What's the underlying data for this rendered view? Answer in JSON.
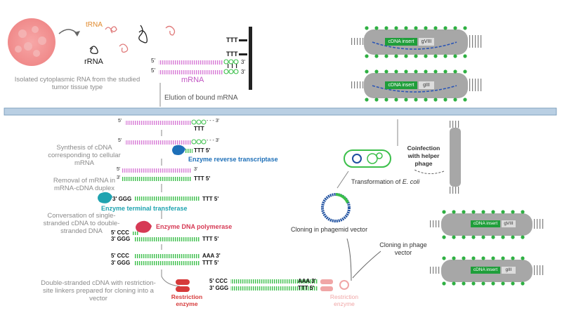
{
  "top": {
    "trna": "tRNA",
    "rrna": "rRNA",
    "isolated_caption": "Isolated cytoplasmic RNA from the studied tumor tissue type",
    "mrna": "mRNA",
    "ttt": "TTT",
    "five_prime": "5'",
    "three_prime": "3'",
    "elution": "Elution of bound mRNA"
  },
  "phage_top": [
    {
      "insert": "cDNA insert",
      "gene": "gVIII"
    },
    {
      "insert": "cDNA insert",
      "gene": "gIII"
    }
  ],
  "steps": {
    "synthesis": "Synthesis of cDNA corresponding to cellular mRNA",
    "removal": "Removal of mRNA in mRNA-cDNA duplex",
    "conversion": "Conversation of single-stranded cDNA to double-stranded DNA",
    "linkers": "Double-stranded cDNA with restriction-site linkers prepared for cloning into a vector"
  },
  "enzymes": {
    "reverse_transcriptase": "Enzyme reverse transcriptase",
    "terminal_transferase": "Enzyme terminal transferase",
    "dna_polymerase": "Enzyme DNA polymerase",
    "restriction_left": "Restriction enzyme",
    "restriction_right": "Restriction enzyme"
  },
  "seq": {
    "ttt5": "TTT 5'",
    "ggg3": "3' GGG",
    "ccc5": "5' CCC",
    "aaa3": "AAA 3'",
    "ttt": "TTT",
    "dash3": "- - - 3'"
  },
  "right": {
    "transformation": "Transformation of",
    "ecoli": "E. coli",
    "coinfection": "Coinfection with helper phage",
    "phagemid": "Cloning in phagemid vector",
    "phage_vector": "Cloning in phage vector"
  },
  "phage_bottom": [
    {
      "insert": "cDNA insert",
      "gene": "gVIII"
    },
    {
      "insert": "cDNA insert",
      "gene": "gIII"
    }
  ],
  "colors": {
    "divider": "#b9cfe3",
    "mrna": "#d77ad6",
    "cdna": "#3bbf4a",
    "reverse_transcriptase": "#1d6fb8",
    "terminal_transferase": "#1fa3b0",
    "polymerase": "#d63a55",
    "restriction": "#d63a3a",
    "restriction_faded": "#f0a6a6",
    "gene_box": "#1f9e3a",
    "phage_body": "#a7a7a7"
  }
}
